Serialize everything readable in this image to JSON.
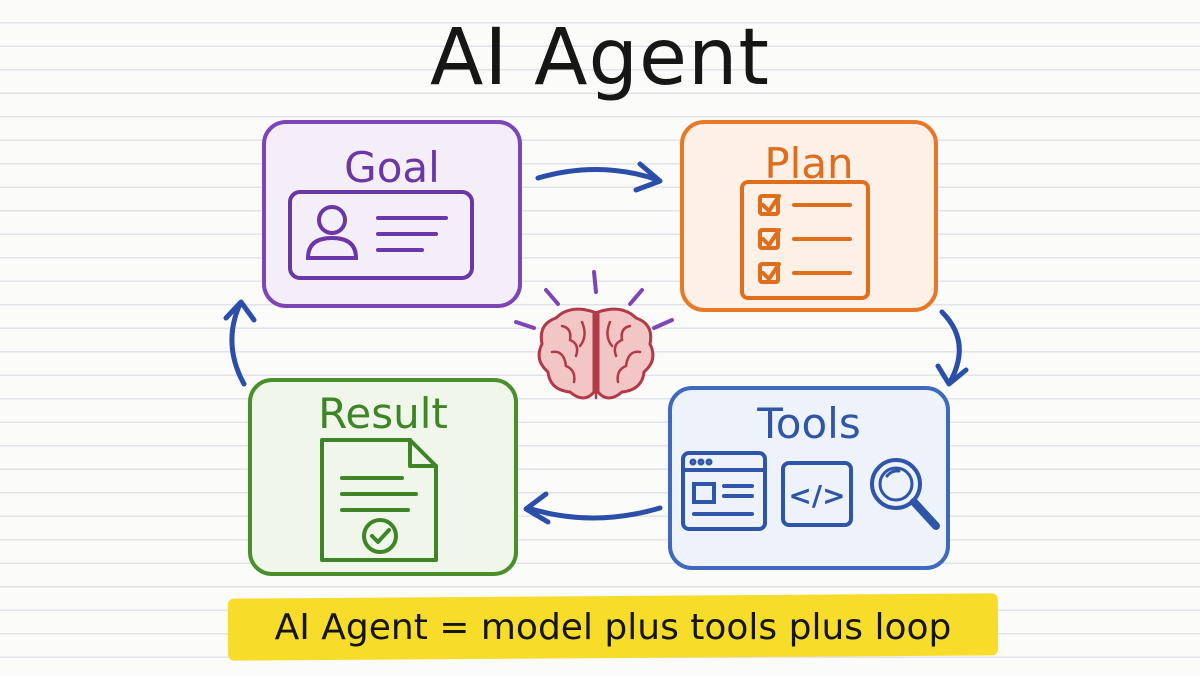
{
  "title": "AI Agent",
  "cards": {
    "goal": "Goal",
    "plan": "Plan",
    "tools": "Tools",
    "result": "Result"
  },
  "tools_code_symbol": "</>",
  "footer": "AI Agent = model plus tools plus loop",
  "colors": {
    "goal": "#7d45b5",
    "plan": "#e87726",
    "tools": "#3f69bd",
    "result": "#4a8f2c",
    "arrows": "#2b4fa8",
    "brain": "#b23a48",
    "banner": "#f7dc2a"
  },
  "icons": [
    "id-card-icon",
    "checklist-icon",
    "brain-icon",
    "browser-window-icon",
    "code-icon",
    "magnifier-icon",
    "document-check-icon"
  ]
}
